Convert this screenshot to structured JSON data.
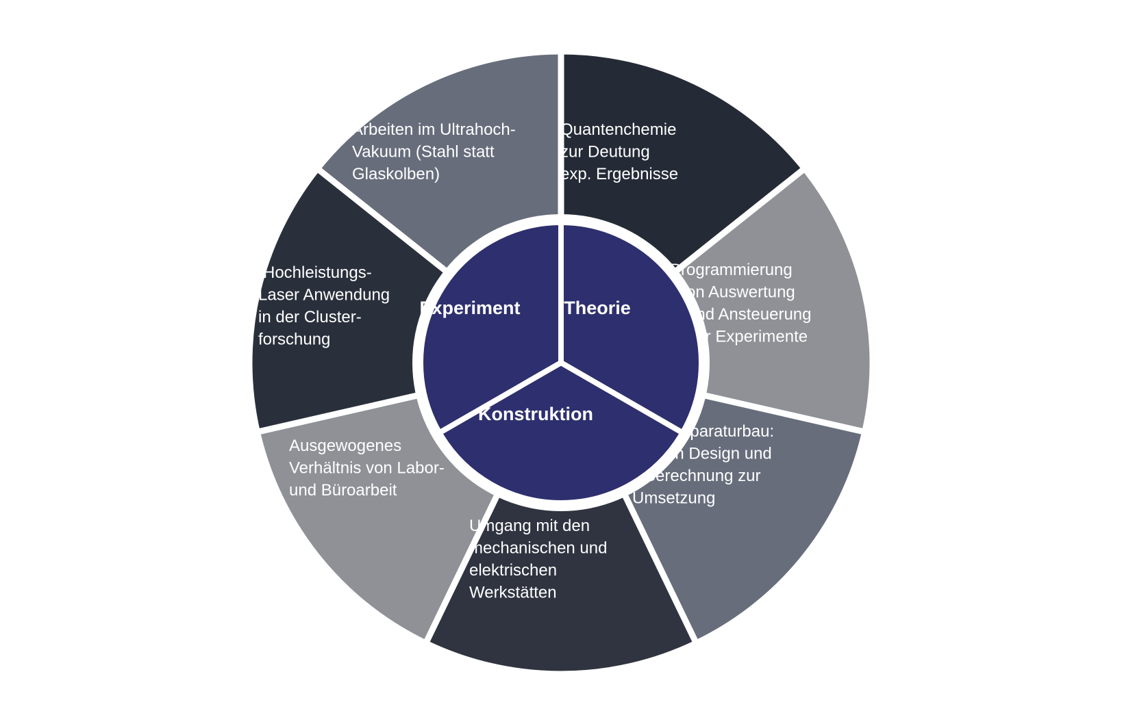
{
  "colors": {
    "background": "#ffffff",
    "core": "#2e2f6e",
    "separator": "#ffffff",
    "text": "#ffffff"
  },
  "core": [
    {
      "id": "experiment",
      "label": "Experiment"
    },
    {
      "id": "theorie",
      "label": "Theorie"
    },
    {
      "id": "konstruktion",
      "label": "Konstruktion"
    }
  ],
  "segments": [
    {
      "id": "quantenchemie",
      "color": "#252b36",
      "lines": [
        "Quantenchemie",
        "zur Deutung",
        "exp. Ergebnisse"
      ]
    },
    {
      "id": "programmierung",
      "color": "#8f9197",
      "lines": [
        "Programmierung",
        "von Auswertung",
        "und Ansteuerung",
        "der Experimente"
      ]
    },
    {
      "id": "apparaturbau",
      "color": "#676d7b",
      "lines": [
        "Apparaturbau:",
        "von Design und",
        "Berechnung zur",
        "Umsetzung"
      ]
    },
    {
      "id": "werkstaetten",
      "color": "#2f3440",
      "lines": [
        "Umgang mit den",
        "mechanischen und",
        "elektrischen",
        "Werkstätten"
      ]
    },
    {
      "id": "verhaeltnis",
      "color": "#8f9197",
      "lines": [
        "Ausgewogenes",
        "Verhältnis von Labor-",
        "und Büroarbeit"
      ]
    },
    {
      "id": "laser",
      "color": "#2a303b",
      "lines": [
        "Hochleistungs-",
        "Laser Anwendung",
        "in der Cluster-",
        "forschung"
      ]
    },
    {
      "id": "ultrahochvakuum",
      "color": "#676d7b",
      "lines": [
        "Arbeiten im Ultrahoch-",
        "Vakuum (Stahl statt",
        "Glaskolben)"
      ]
    }
  ]
}
